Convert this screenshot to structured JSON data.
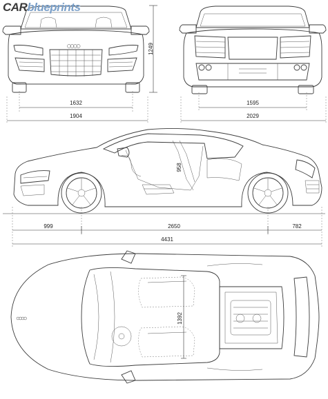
{
  "logo": {
    "part1": "CAR",
    "part2": "blueprints"
  },
  "dimensions": {
    "front_track": "1632",
    "front_width": "1904",
    "height": "1249",
    "rear_track": "1595",
    "rear_width": "2029",
    "front_overhang": "999",
    "wheelbase": "2650",
    "rear_overhang": "782",
    "length": "4431",
    "side_inner_height": "958",
    "top_inner_width": "1392"
  }
}
